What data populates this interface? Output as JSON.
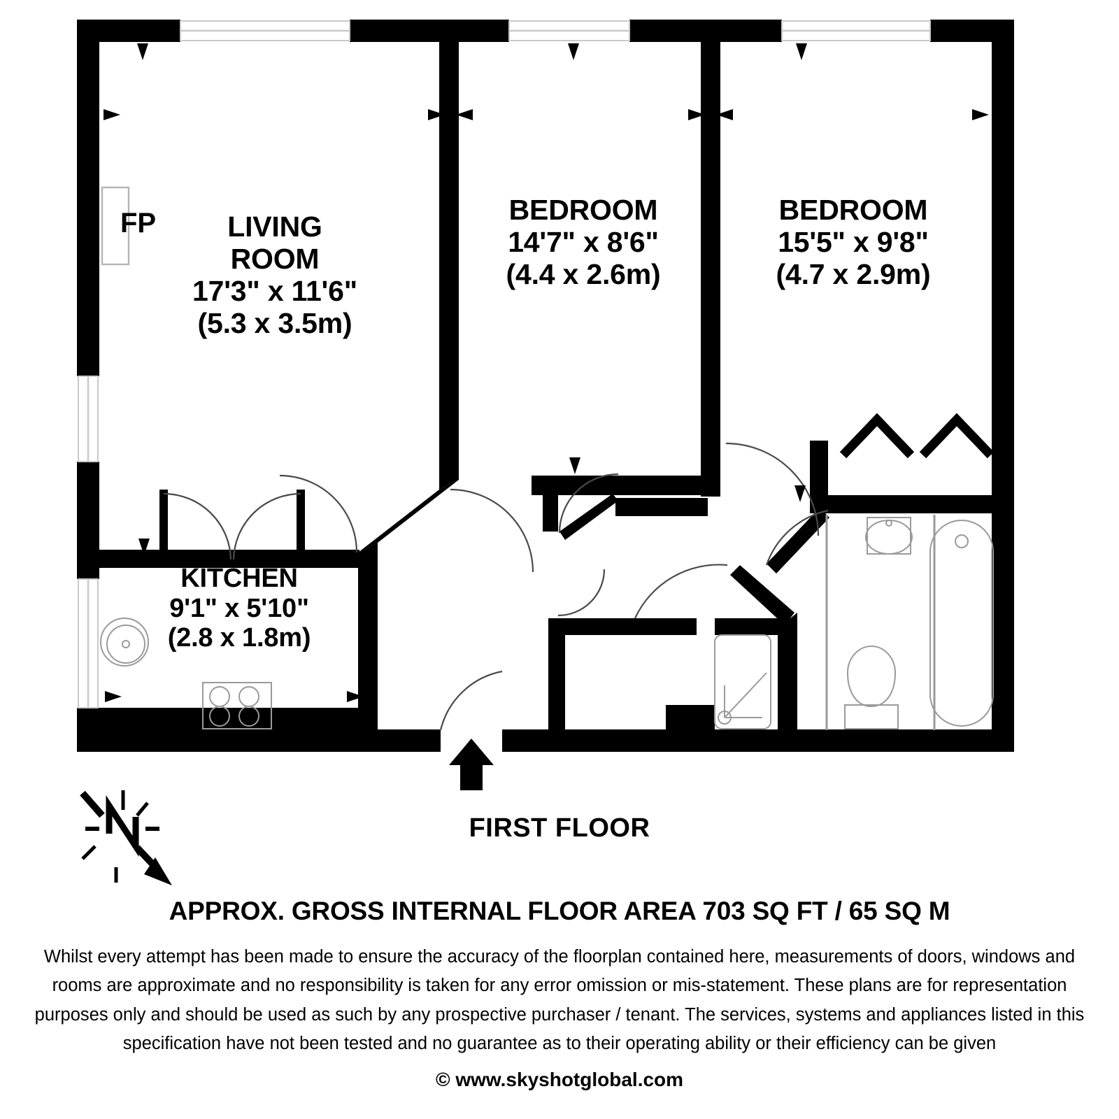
{
  "plan": {
    "floor_label": "FIRST FLOOR",
    "area_label": "APPROX. GROSS INTERNAL FLOOR AREA 703 SQ FT / 65 SQ M",
    "fireplace_label": "FP",
    "copyright": "© www.skyshotglobal.com",
    "disclaimer_lines": [
      "Whilst every attempt has been made to ensure the accuracy of the floorplan contained here, measurements of doors, windows and",
      "rooms are approximate and no responsibility is taken for any error omission or mis-statement. These plans are for representation",
      "purposes only and should  be used as such by any prospective purchaser / tenant. The services, systems and appliances listed in this",
      "specification have not been tested and no guarantee as to their operating ability or their efficiency can be given"
    ],
    "colors": {
      "wall": "#000000",
      "background": "#ffffff",
      "fixture_outline": "#7a7a7a",
      "door_swing": "#4a4a4a",
      "window_glass": "#c9c9c9"
    }
  },
  "rooms": [
    {
      "id": "living-room",
      "name": "LIVING\nROOM",
      "name_line1": "LIVING",
      "name_line2": "ROOM",
      "imperial": "17'3\" x 11'6\"",
      "metric": "(5.3 x 3.5m)"
    },
    {
      "id": "bedroom-1",
      "name": "BEDROOM",
      "imperial": "14'7\" x 8'6\"",
      "metric": "(4.4 x 2.6m)"
    },
    {
      "id": "bedroom-2",
      "name": "BEDROOM",
      "imperial": "15'5\" x 9'8\"",
      "metric": "(4.7 x 2.9m)"
    },
    {
      "id": "kitchen",
      "name": "KITCHEN",
      "imperial": "9'1\" x 5'10\"",
      "metric": "(2.8 x 1.8m)"
    }
  ],
  "fixtures": [
    {
      "id": "fireplace",
      "label": "FP"
    },
    {
      "id": "kitchen-sink",
      "label": ""
    },
    {
      "id": "kitchen-hob",
      "label": ""
    },
    {
      "id": "bathroom-basin",
      "label": ""
    },
    {
      "id": "bathroom-toilet",
      "label": ""
    },
    {
      "id": "bathroom-bath",
      "label": ""
    },
    {
      "id": "shower-cubicle",
      "label": ""
    }
  ],
  "icons": {
    "compass": "compass-north-icon",
    "entrance": "entrance-arrow-icon"
  }
}
